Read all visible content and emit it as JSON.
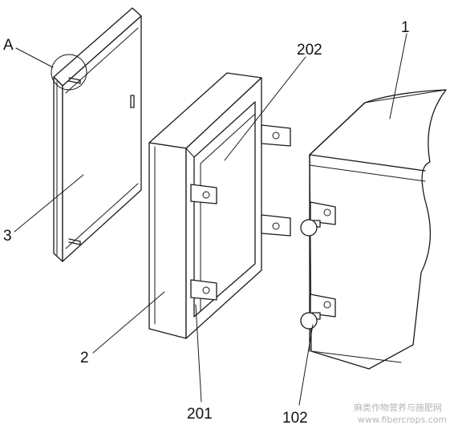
{
  "labels": {
    "a": "A",
    "part_1": "1",
    "part_2": "2",
    "part_3": "3",
    "part_201": "201",
    "part_202": "202",
    "part_102": "102"
  },
  "watermark": {
    "line1": "麻类作物营养与施肥网",
    "line2": "www.fibercrops.com"
  },
  "colors": {
    "line": "#1a1a1a",
    "background": "#ffffff",
    "watermark": "#b5b5b5"
  }
}
